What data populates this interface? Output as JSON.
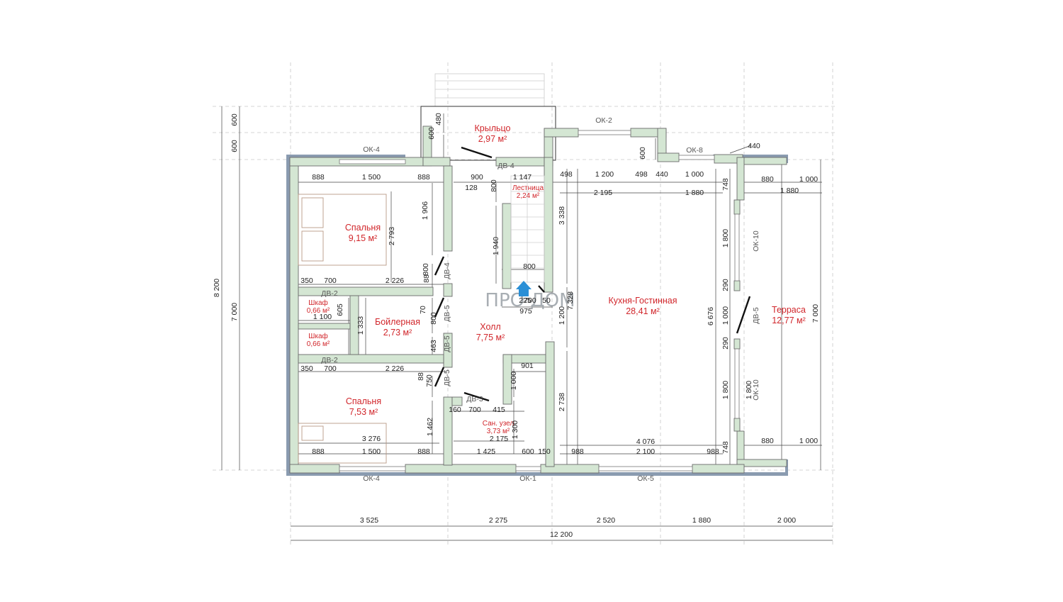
{
  "watermark": {
    "text": "ПРО ДОМ",
    "accent": "#2a8fd6"
  },
  "colors": {
    "wall": "#d4e6d3",
    "exterior_edge": "#8a9bb0",
    "room_label": "#d1262b",
    "dimension": "#222222"
  },
  "rooms": [
    {
      "name": "Крыльцо",
      "area": "2,97 м²"
    },
    {
      "name": "Спальня",
      "area": "9,15 м²"
    },
    {
      "name": "Лестница",
      "area": "2,24 м²"
    },
    {
      "name": "Бойлерная",
      "area": "2,73 м²"
    },
    {
      "name": "Холл",
      "area": "7,75 м²"
    },
    {
      "name": "Кухня-Гостинная",
      "area": "28,41 м²"
    },
    {
      "name": "Терраса",
      "area": "12,77 м²"
    },
    {
      "name": "Спальня",
      "area": "7,53 м²"
    },
    {
      "name": "Сан. узел",
      "area": "3,73 м²"
    },
    {
      "name": "Шкаф",
      "area": "0,66 м²"
    },
    {
      "name": "Шкаф",
      "area": "0,66 м²"
    }
  ],
  "tags": [
    "ОК-4",
    "ОК-2",
    "ОК-8",
    "ДВ-4",
    "ОК-10",
    "ДВ-5",
    "ДВ-2",
    "ДВ-4",
    "ДВ-5",
    "ДВ-5",
    "ДВ-2",
    "ДВ-5",
    "ДВ-3",
    "ОК-10",
    "ОК-4",
    "ОК-1",
    "ОК-5"
  ],
  "dimensions": {
    "bottom_axis": [
      "3 525",
      "2 275",
      "2 520",
      "1 880",
      "2 000"
    ],
    "overall": "12 200",
    "left": [
      "8 200",
      "7 000",
      "600",
      "600"
    ],
    "inner": [
      "480",
      "600",
      "440",
      "888",
      "1 500",
      "888",
      "900",
      "1 147",
      "498",
      "1 200",
      "498",
      "440",
      "1 000",
      "880",
      "1 000",
      "128",
      "800",
      "2 195",
      "1 880",
      "748",
      "1 880",
      "1 906",
      "2 793",
      "3 338",
      "600",
      "1 940",
      "800",
      "88",
      "800",
      "350",
      "700",
      "2 226",
      "225",
      "700",
      "50",
      "975",
      "70",
      "800",
      "605",
      "1 100",
      "1 333",
      "463",
      "88",
      "750",
      "350",
      "700",
      "2 226",
      "901",
      "1 000",
      "160",
      "700",
      "415",
      "1 462",
      "1 300",
      "2 175",
      "3 276",
      "888",
      "1 500",
      "888",
      "1 425",
      "600",
      "150",
      "988",
      "2 100",
      "988",
      "4 076",
      "7 328",
      "1 200",
      "2 738",
      "6 676",
      "1 800",
      "290",
      "1 000",
      "290",
      "1 800",
      "748",
      "880",
      "1 000",
      "7 000",
      "1 800"
    ]
  }
}
